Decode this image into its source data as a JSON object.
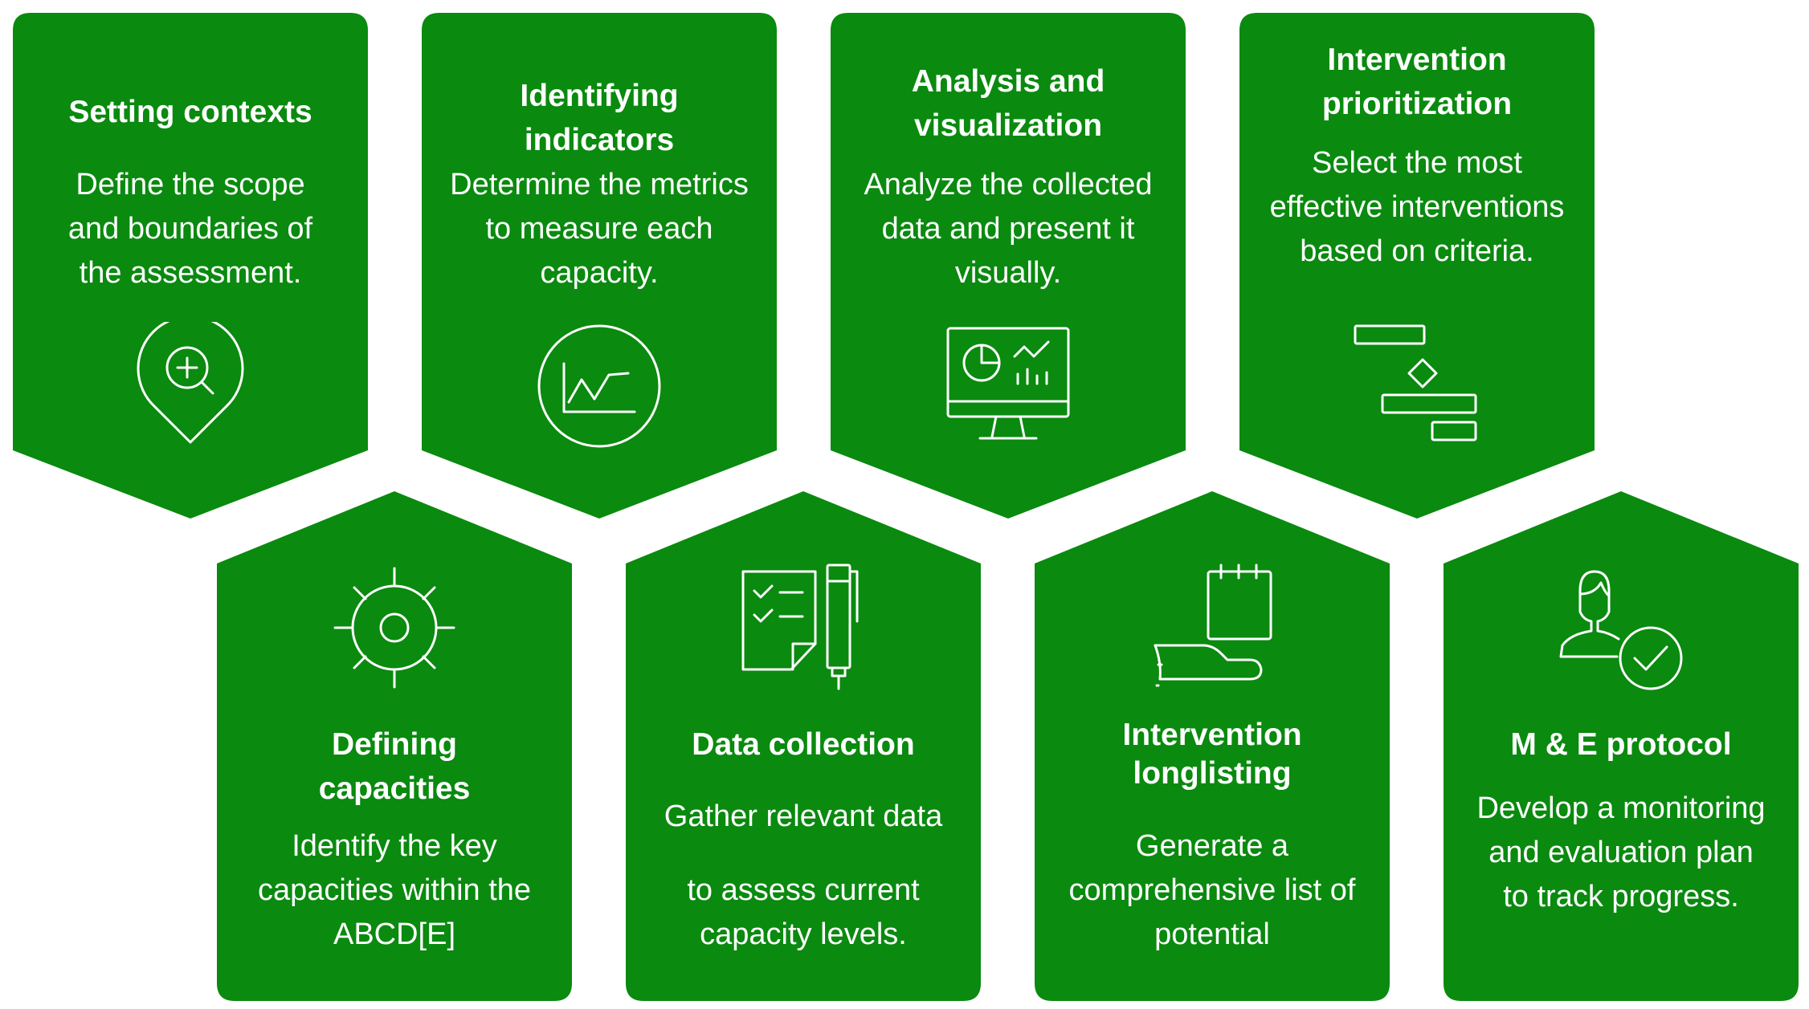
{
  "colors": {
    "card_fill": "#0A8A0F",
    "text": "#FFFFFF"
  },
  "cards": [
    {
      "title_lines": [
        "Setting contexts"
      ],
      "desc_lines": [
        "Define the scope",
        "and boundaries of",
        "the assessment."
      ],
      "icon": "location-search-icon"
    },
    {
      "title_lines": [
        "Identifying",
        "indicators"
      ],
      "desc_lines": [
        "Determine the metrics",
        "to measure each",
        "capacity."
      ],
      "icon": "line-chart-circle-icon"
    },
    {
      "title_lines": [
        "Analysis and",
        "visualization"
      ],
      "desc_lines": [
        "Analyze the collected",
        "data and present it",
        "visually."
      ],
      "icon": "monitor-dashboard-icon"
    },
    {
      "title_lines": [
        "Intervention",
        "prioritization"
      ],
      "desc_lines": [
        "Select the most",
        "effective interventions",
        "based on criteria."
      ],
      "icon": "gantt-flow-icon"
    },
    {
      "title_lines": [
        "Defining",
        "capacities"
      ],
      "desc_lines": [
        "Identify the key",
        "capacities within the",
        "ABCD[E]"
      ],
      "icon": "sun-gear-icon"
    },
    {
      "title_lines": [
        "Data collection"
      ],
      "desc_lines": [
        "Gather relevant data",
        "",
        "to assess current",
        "capacity levels."
      ],
      "icon": "checklist-pen-icon"
    },
    {
      "title_lines": [
        "Intervention",
        "longlisting"
      ],
      "desc_lines": [
        "Generate a",
        "comprehensive list of",
        "potential"
      ],
      "icon": "hand-notepad-icon"
    },
    {
      "title_lines": [
        "M & E protocol"
      ],
      "desc_lines": [
        "Develop a monitoring",
        "and evaluation plan",
        "to track progress."
      ],
      "icon": "person-check-icon"
    }
  ]
}
